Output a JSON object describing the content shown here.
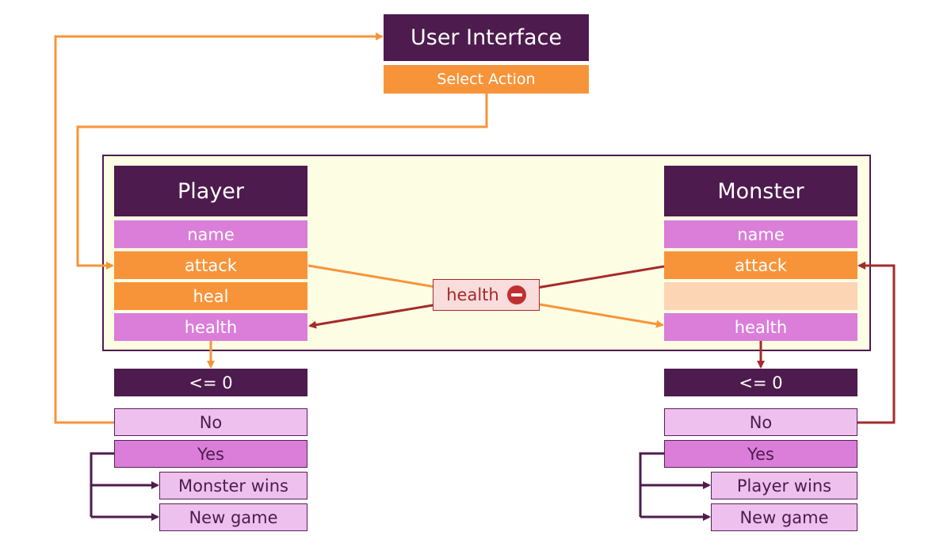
{
  "ui": {
    "title": "User Interface",
    "action": "Select Action"
  },
  "player": {
    "title": "Player",
    "fields": {
      "name": "name",
      "attack": "attack",
      "heal": "heal",
      "health": "health"
    },
    "check": "<= 0",
    "no": "No",
    "yes": "Yes",
    "outcome": "Monster wins",
    "new_game": "New game"
  },
  "monster": {
    "title": "Monster",
    "fields": {
      "name": "name",
      "attack": "attack",
      "health": "health"
    },
    "check": "<= 0",
    "no": "No",
    "yes": "Yes",
    "outcome": "Player wins",
    "new_game": "New game"
  },
  "center": {
    "label": "health",
    "icon": "minus-circle-icon"
  },
  "colors": {
    "dark": "#4e1b4e",
    "orange": "#f7943a",
    "pink": "#da7ed9",
    "light_pink": "#edc0ed",
    "peach": "#fcd5b4",
    "red": "#a52a2a",
    "panel": "#fdfde3"
  }
}
